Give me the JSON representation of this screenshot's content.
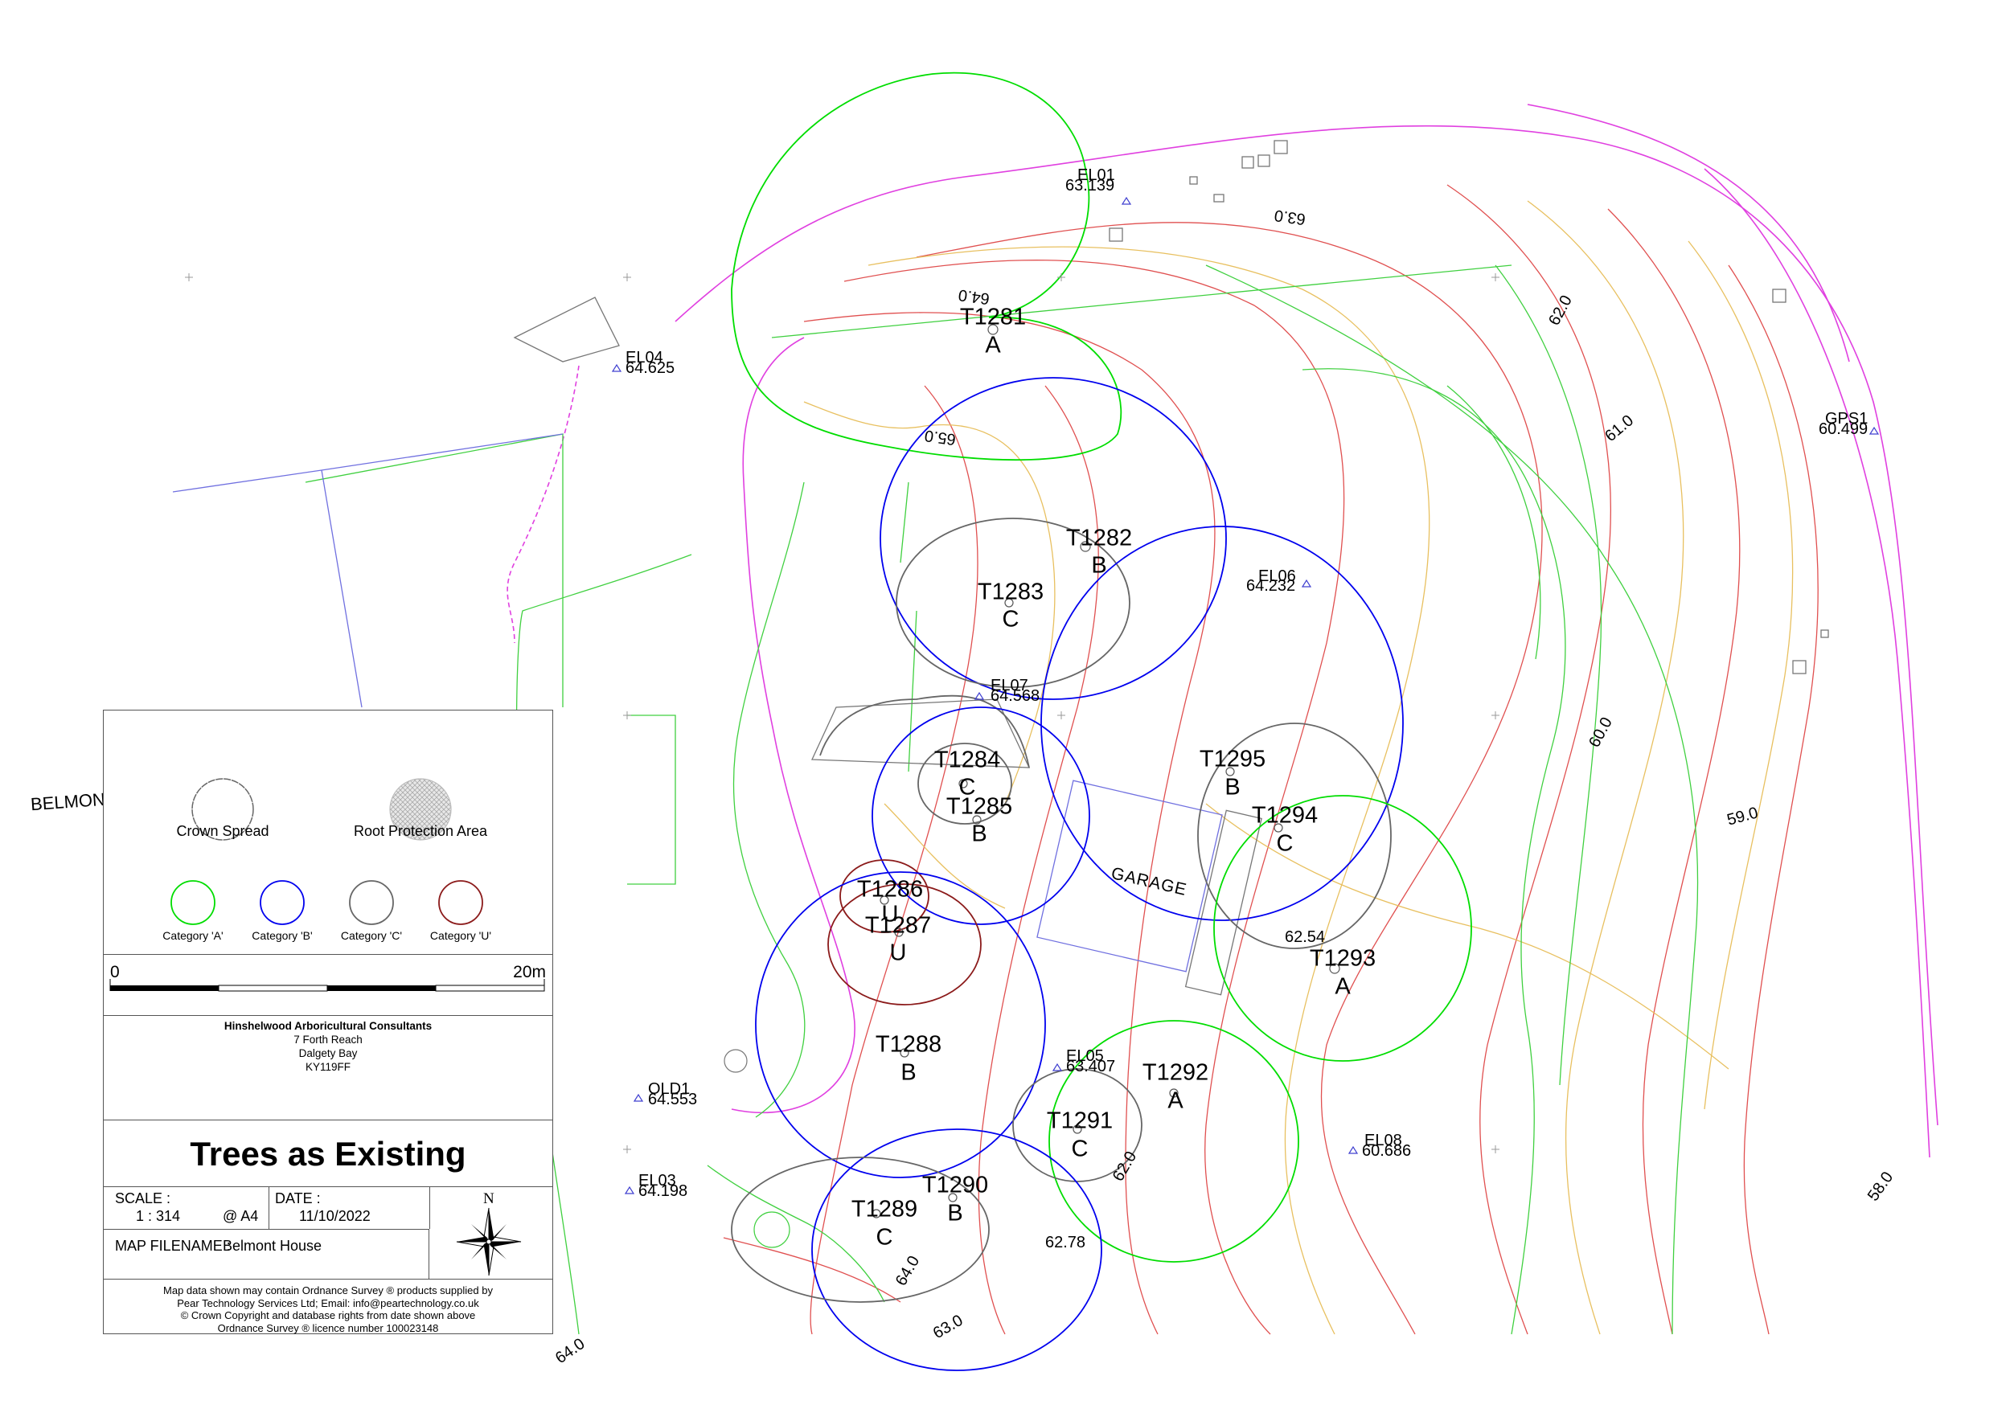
{
  "trees": [
    {
      "id": "T1281",
      "category": "A"
    },
    {
      "id": "T1282",
      "category": "B"
    },
    {
      "id": "T1283",
      "category": "C"
    },
    {
      "id": "T1284",
      "category": "C"
    },
    {
      "id": "T1285",
      "category": "B"
    },
    {
      "id": "T1286",
      "category": "U"
    },
    {
      "id": "T1287",
      "category": "U"
    },
    {
      "id": "T1288",
      "category": "B"
    },
    {
      "id": "T1289",
      "category": "C"
    },
    {
      "id": "T1290",
      "category": "B"
    },
    {
      "id": "T1291",
      "category": "C"
    },
    {
      "id": "T1292",
      "category": "A"
    },
    {
      "id": "T1293",
      "category": "A"
    },
    {
      "id": "T1294",
      "category": "C"
    },
    {
      "id": "T1295",
      "category": "B"
    }
  ],
  "points": [
    {
      "name": "EL01",
      "value": "63.139"
    },
    {
      "name": "EL04",
      "value": "64.625"
    },
    {
      "name": "GPS1",
      "value": "60.499"
    },
    {
      "name": "EL06",
      "value": "64.232"
    },
    {
      "name": "EL07",
      "value": "64.568"
    },
    {
      "name": "EL05",
      "value": "63.407"
    },
    {
      "name": "OLD1",
      "value": "64.553"
    },
    {
      "name": "EL03",
      "value": "64.198"
    },
    {
      "name": "EL08",
      "value": "60.686"
    }
  ],
  "contour_labels": [
    "63.0",
    "64.0",
    "65.0",
    "62.0",
    "61.0",
    "60.0",
    "59.0",
    "58.0",
    "62.0",
    "64.0",
    "63.0",
    "64.0"
  ],
  "spot_heights": [
    "62.54",
    "62.78"
  ],
  "garage_label": "GARAGE",
  "road_label": "BELMON",
  "legend": {
    "crown_spread": "Crown Spread",
    "root_protection": "Root Protection Area",
    "categories": [
      {
        "label": "Category 'A'",
        "color": "#00dd00"
      },
      {
        "label": "Category 'B'",
        "color": "#0000ee"
      },
      {
        "label": "Category 'C'",
        "color": "#666666"
      },
      {
        "label": "Category 'U'",
        "color": "#8b1a1a"
      }
    ],
    "scale_bar": {
      "start": "0",
      "end": "20m"
    },
    "company": {
      "name": "Hinshelwood Arboricultural Consultants",
      "address1": "7 Forth Reach",
      "address2": "Dalgety Bay",
      "postcode": "KY119FF"
    },
    "title": "Trees as Existing",
    "scale_label": "SCALE :",
    "scale_value": "1 : 314",
    "paper": "@ A4",
    "date_label": "DATE :",
    "date_value": "11/10/2022",
    "filename_label": "MAP FILENAME :",
    "filename_value": "Belmont House",
    "north": "N",
    "copyright": [
      "Map data shown may contain Ordnance Survey ® products supplied by",
      "Pear Technology Services Ltd; Email: info@peartechnology.co.uk",
      "© Crown Copyright and database rights from date shown above",
      "Ordnance Survey ® licence number 100023148"
    ]
  },
  "colors": {
    "cat_a": "#00dd00",
    "cat_b": "#0000ee",
    "cat_c": "#666666",
    "cat_u": "#8b1a1a",
    "contour_red": "#e05050",
    "contour_yellow": "#e8c060",
    "contour_green": "#40d040",
    "boundary_magenta": "#e040e0",
    "fence_purple": "#7070e0"
  }
}
